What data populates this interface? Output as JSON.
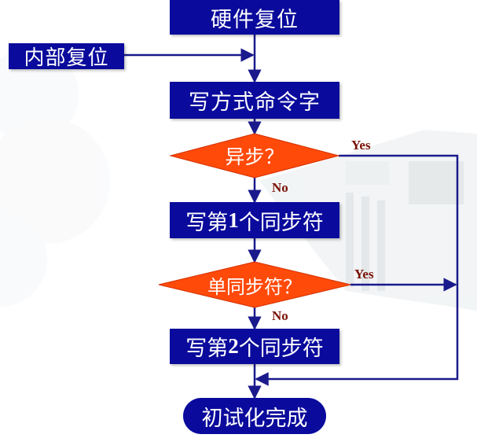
{
  "colors": {
    "box_fill": "#0a0a9c",
    "arrow": "#1a1a8c",
    "decision_fill": "#ff4a0a",
    "decision_edge": "#d43000",
    "label_text": "#7a1208"
  },
  "nodes": {
    "hardware_reset": "硬件复位",
    "internal_reset": "内部复位",
    "write_mode": "写方式命令字",
    "async_question": "异步？",
    "write_sync1": {
      "pre": "写第",
      "num": "1",
      "post": "个同步符"
    },
    "single_sync_question": "单同步符？",
    "write_sync2": {
      "pre": "写第",
      "num": "2",
      "post": "个同步符"
    },
    "init_done": "初试化完成"
  },
  "labels": {
    "yes1": "Yes",
    "no1": "No",
    "yes2": "Yes",
    "no2": "No"
  }
}
